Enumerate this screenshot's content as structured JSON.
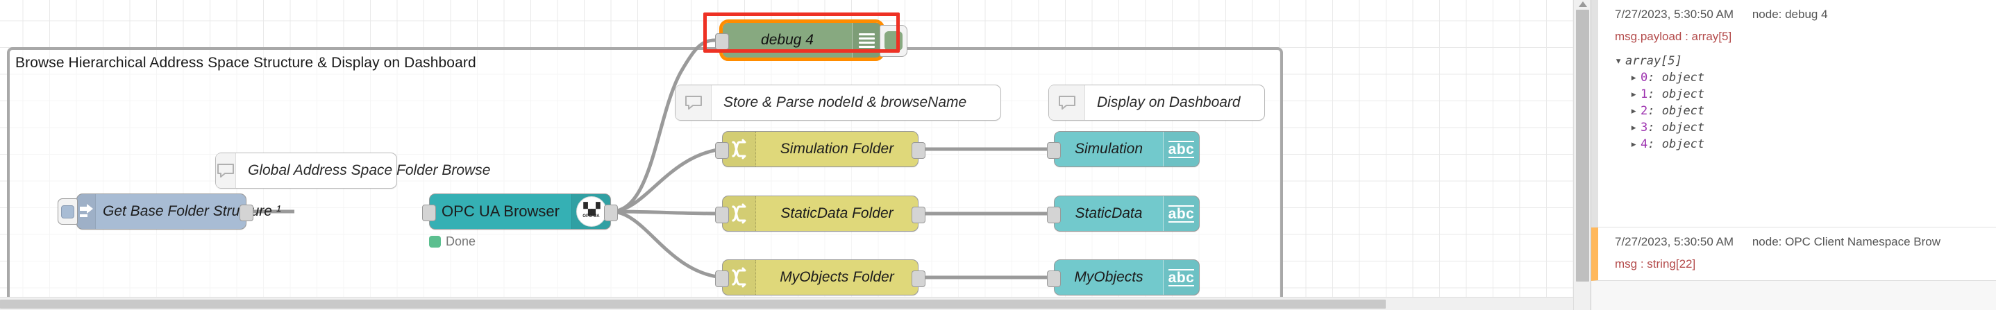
{
  "group": {
    "label": "Browse Hierarchical Address Space Structure & Display on Dashboard"
  },
  "nodes": {
    "inject": {
      "label": "Get Base Folder Structure ¹",
      "icon": "inject-arrow-icon"
    },
    "opcua": {
      "label": "OPC UA Browser",
      "status": "Done",
      "logo_text": "OPC UA"
    },
    "debug": {
      "label": "debug 4",
      "icon": "debug-lines-icon"
    },
    "comments": [
      {
        "label": "Global Address Space Folder Browse"
      },
      {
        "label": "Store & Parse nodeId & browseName"
      },
      {
        "label": "Display on Dashboard"
      }
    ],
    "functions": [
      {
        "label": "Simulation Folder"
      },
      {
        "label": "StaticData Folder"
      },
      {
        "label": "MyObjects Folder"
      }
    ],
    "dashboard": [
      {
        "label": "Simulation",
        "icon_text": "abc"
      },
      {
        "label": "StaticData",
        "icon_text": "abc"
      },
      {
        "label": "MyObjects",
        "icon_text": "abc"
      }
    ]
  },
  "debug_panel": {
    "messages": [
      {
        "timestamp": "7/27/2023, 5:30:50 AM",
        "node": "node: debug 4",
        "topic": "msg.payload : array[5]",
        "root": "array[5]",
        "entries": [
          {
            "key": "0",
            "value": "object"
          },
          {
            "key": "1",
            "value": "object"
          },
          {
            "key": "2",
            "value": "object"
          },
          {
            "key": "3",
            "value": "object"
          },
          {
            "key": "4",
            "value": "object"
          }
        ]
      },
      {
        "timestamp": "7/27/2023, 5:30:50 AM",
        "node": "node: OPC Client Namespace Brow",
        "topic": "msg : string[22]"
      }
    ]
  },
  "colors": {
    "annotation": "#ee3124",
    "selection": "#ff8c00",
    "inject": "#a8bcd4",
    "opcua": "#35b0b4",
    "function": "#dfd87a",
    "dashboard": "#72c9cc",
    "debug": "#87a980",
    "status_done": "#5bbf8f"
  }
}
